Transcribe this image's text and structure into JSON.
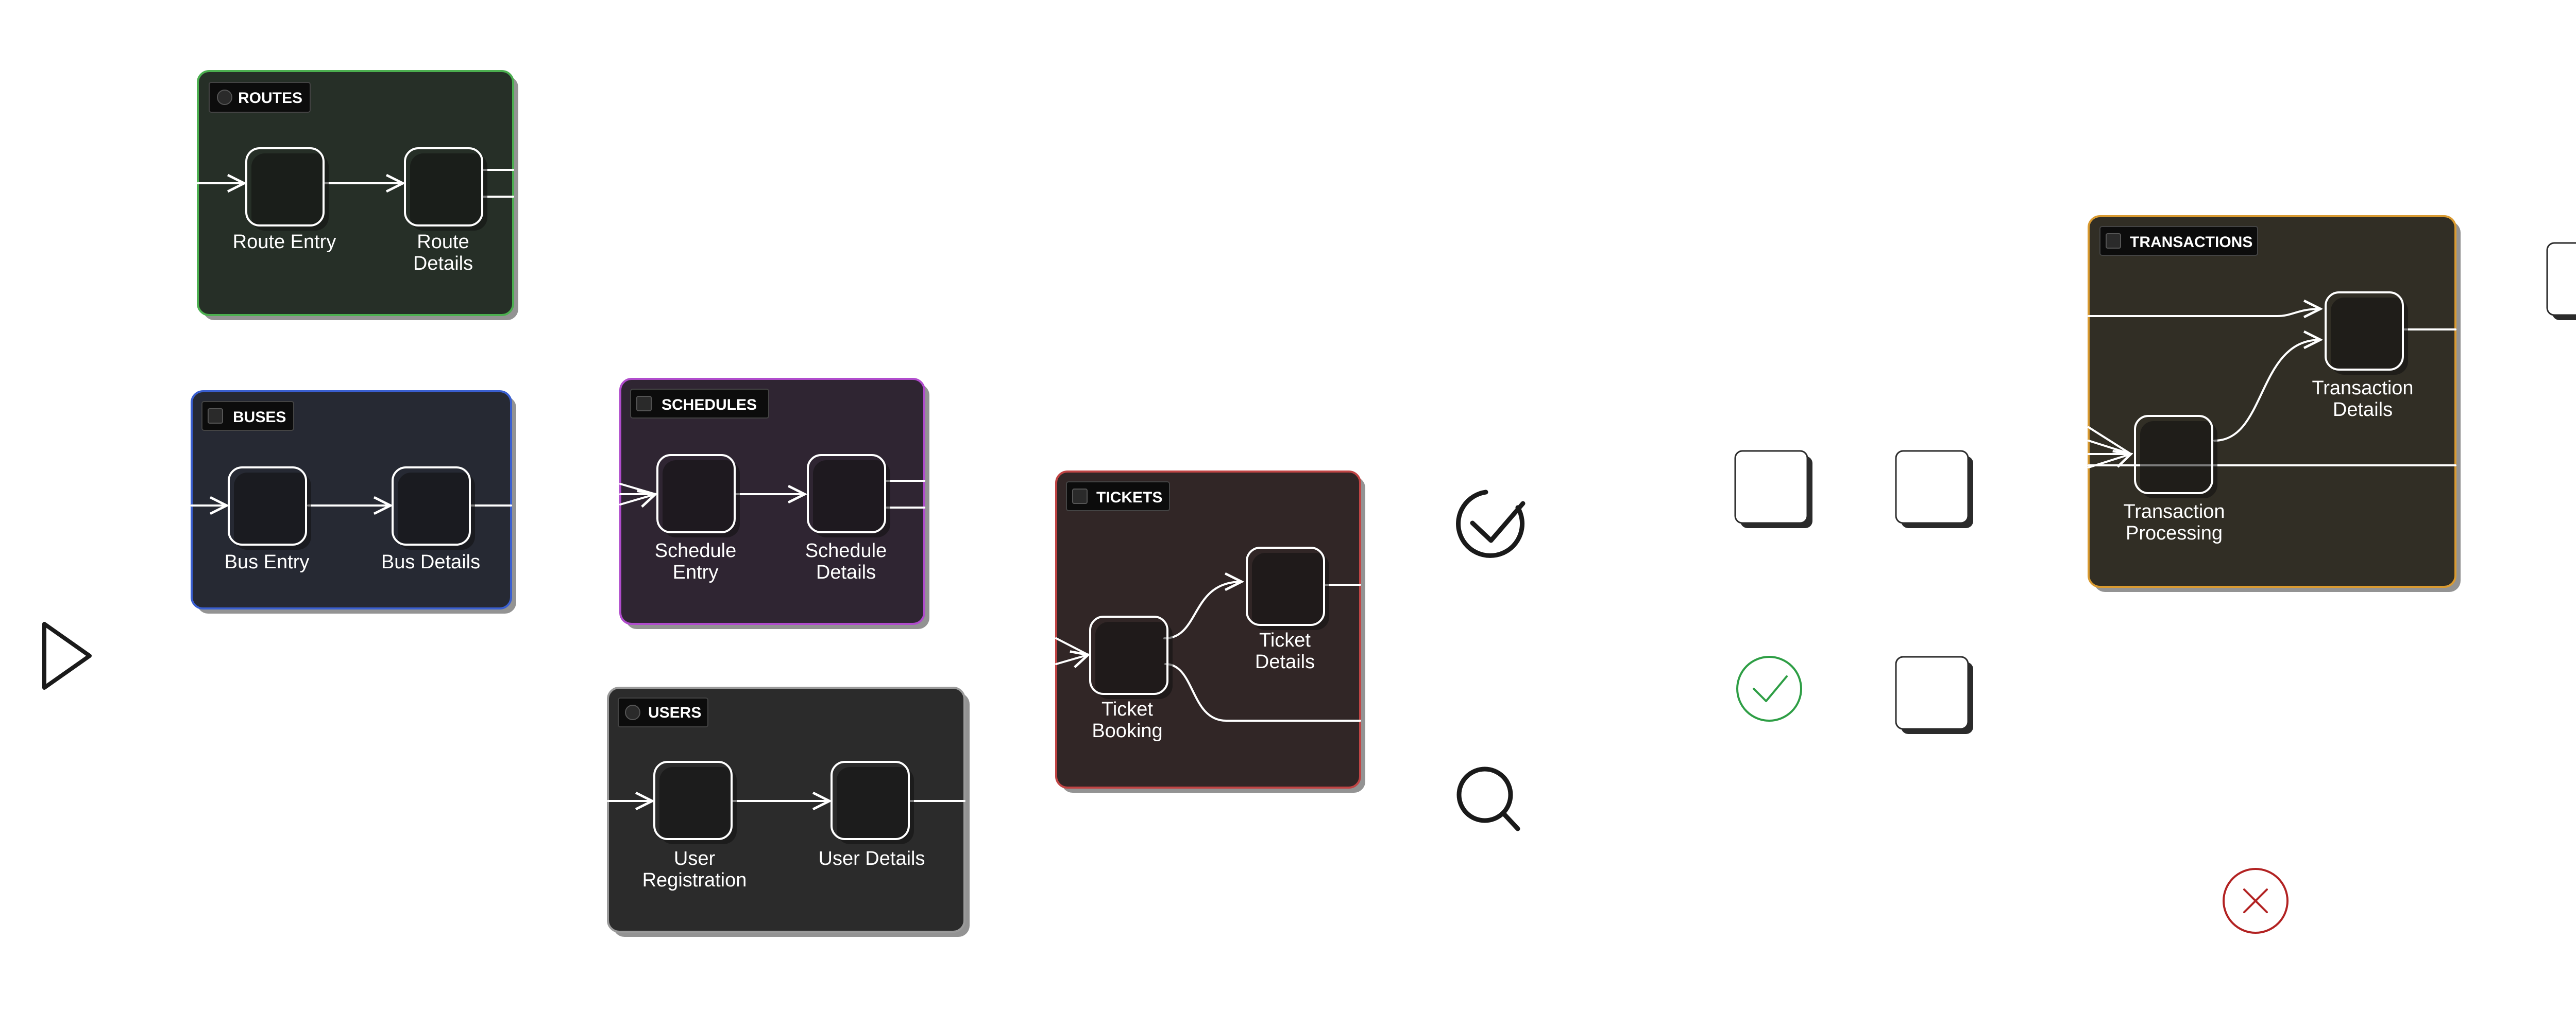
{
  "groups": [
    {
      "id": "routes",
      "tag": "ROUTES",
      "color": "#4caf50",
      "fill": "#262f27"
    },
    {
      "id": "buses",
      "tag": "BUSES",
      "color": "#3a5fd0",
      "fill": "#262933"
    },
    {
      "id": "schedules",
      "tag": "SCHEDULES",
      "color": "#b04ccc",
      "fill": "#2f2532"
    },
    {
      "id": "users",
      "tag": "USERS",
      "color": "#9a9a9a",
      "fill": "#2b2b2b"
    },
    {
      "id": "tickets",
      "tag": "TICKETS",
      "color": "#c04444",
      "fill": "#312626"
    },
    {
      "id": "transactions",
      "tag": "TRANSACTIONS",
      "color": "#d99a30",
      "fill": "#312e25"
    }
  ],
  "nodes": {
    "route_entry": [
      "Route Entry"
    ],
    "route_details": [
      "Route",
      "Details"
    ],
    "bus_entry": [
      "Bus Entry"
    ],
    "bus_details": [
      "Bus Details"
    ],
    "schedule_entry": [
      "Schedule",
      "Entry"
    ],
    "schedule_details": [
      "Schedule",
      "Details"
    ],
    "user_registration": [
      "User",
      "Registration"
    ],
    "user_details": [
      "User Details"
    ],
    "ticket_booking": [
      "Ticket",
      "Booking"
    ],
    "ticket_details": [
      "Ticket",
      "Details"
    ],
    "transaction_processing": [
      "Transaction",
      "Processing"
    ],
    "transaction_details": [
      "Transaction",
      "Details"
    ]
  },
  "icons": {
    "start": "play-icon",
    "check_dark": "check-circle-icon",
    "search": "search-icon",
    "check_green": "check-circle-icon",
    "close": "close-circle-icon"
  },
  "colors": {
    "check_green": "#2e9e45",
    "close_red": "#b22222",
    "ink": "#1a1a1a"
  }
}
